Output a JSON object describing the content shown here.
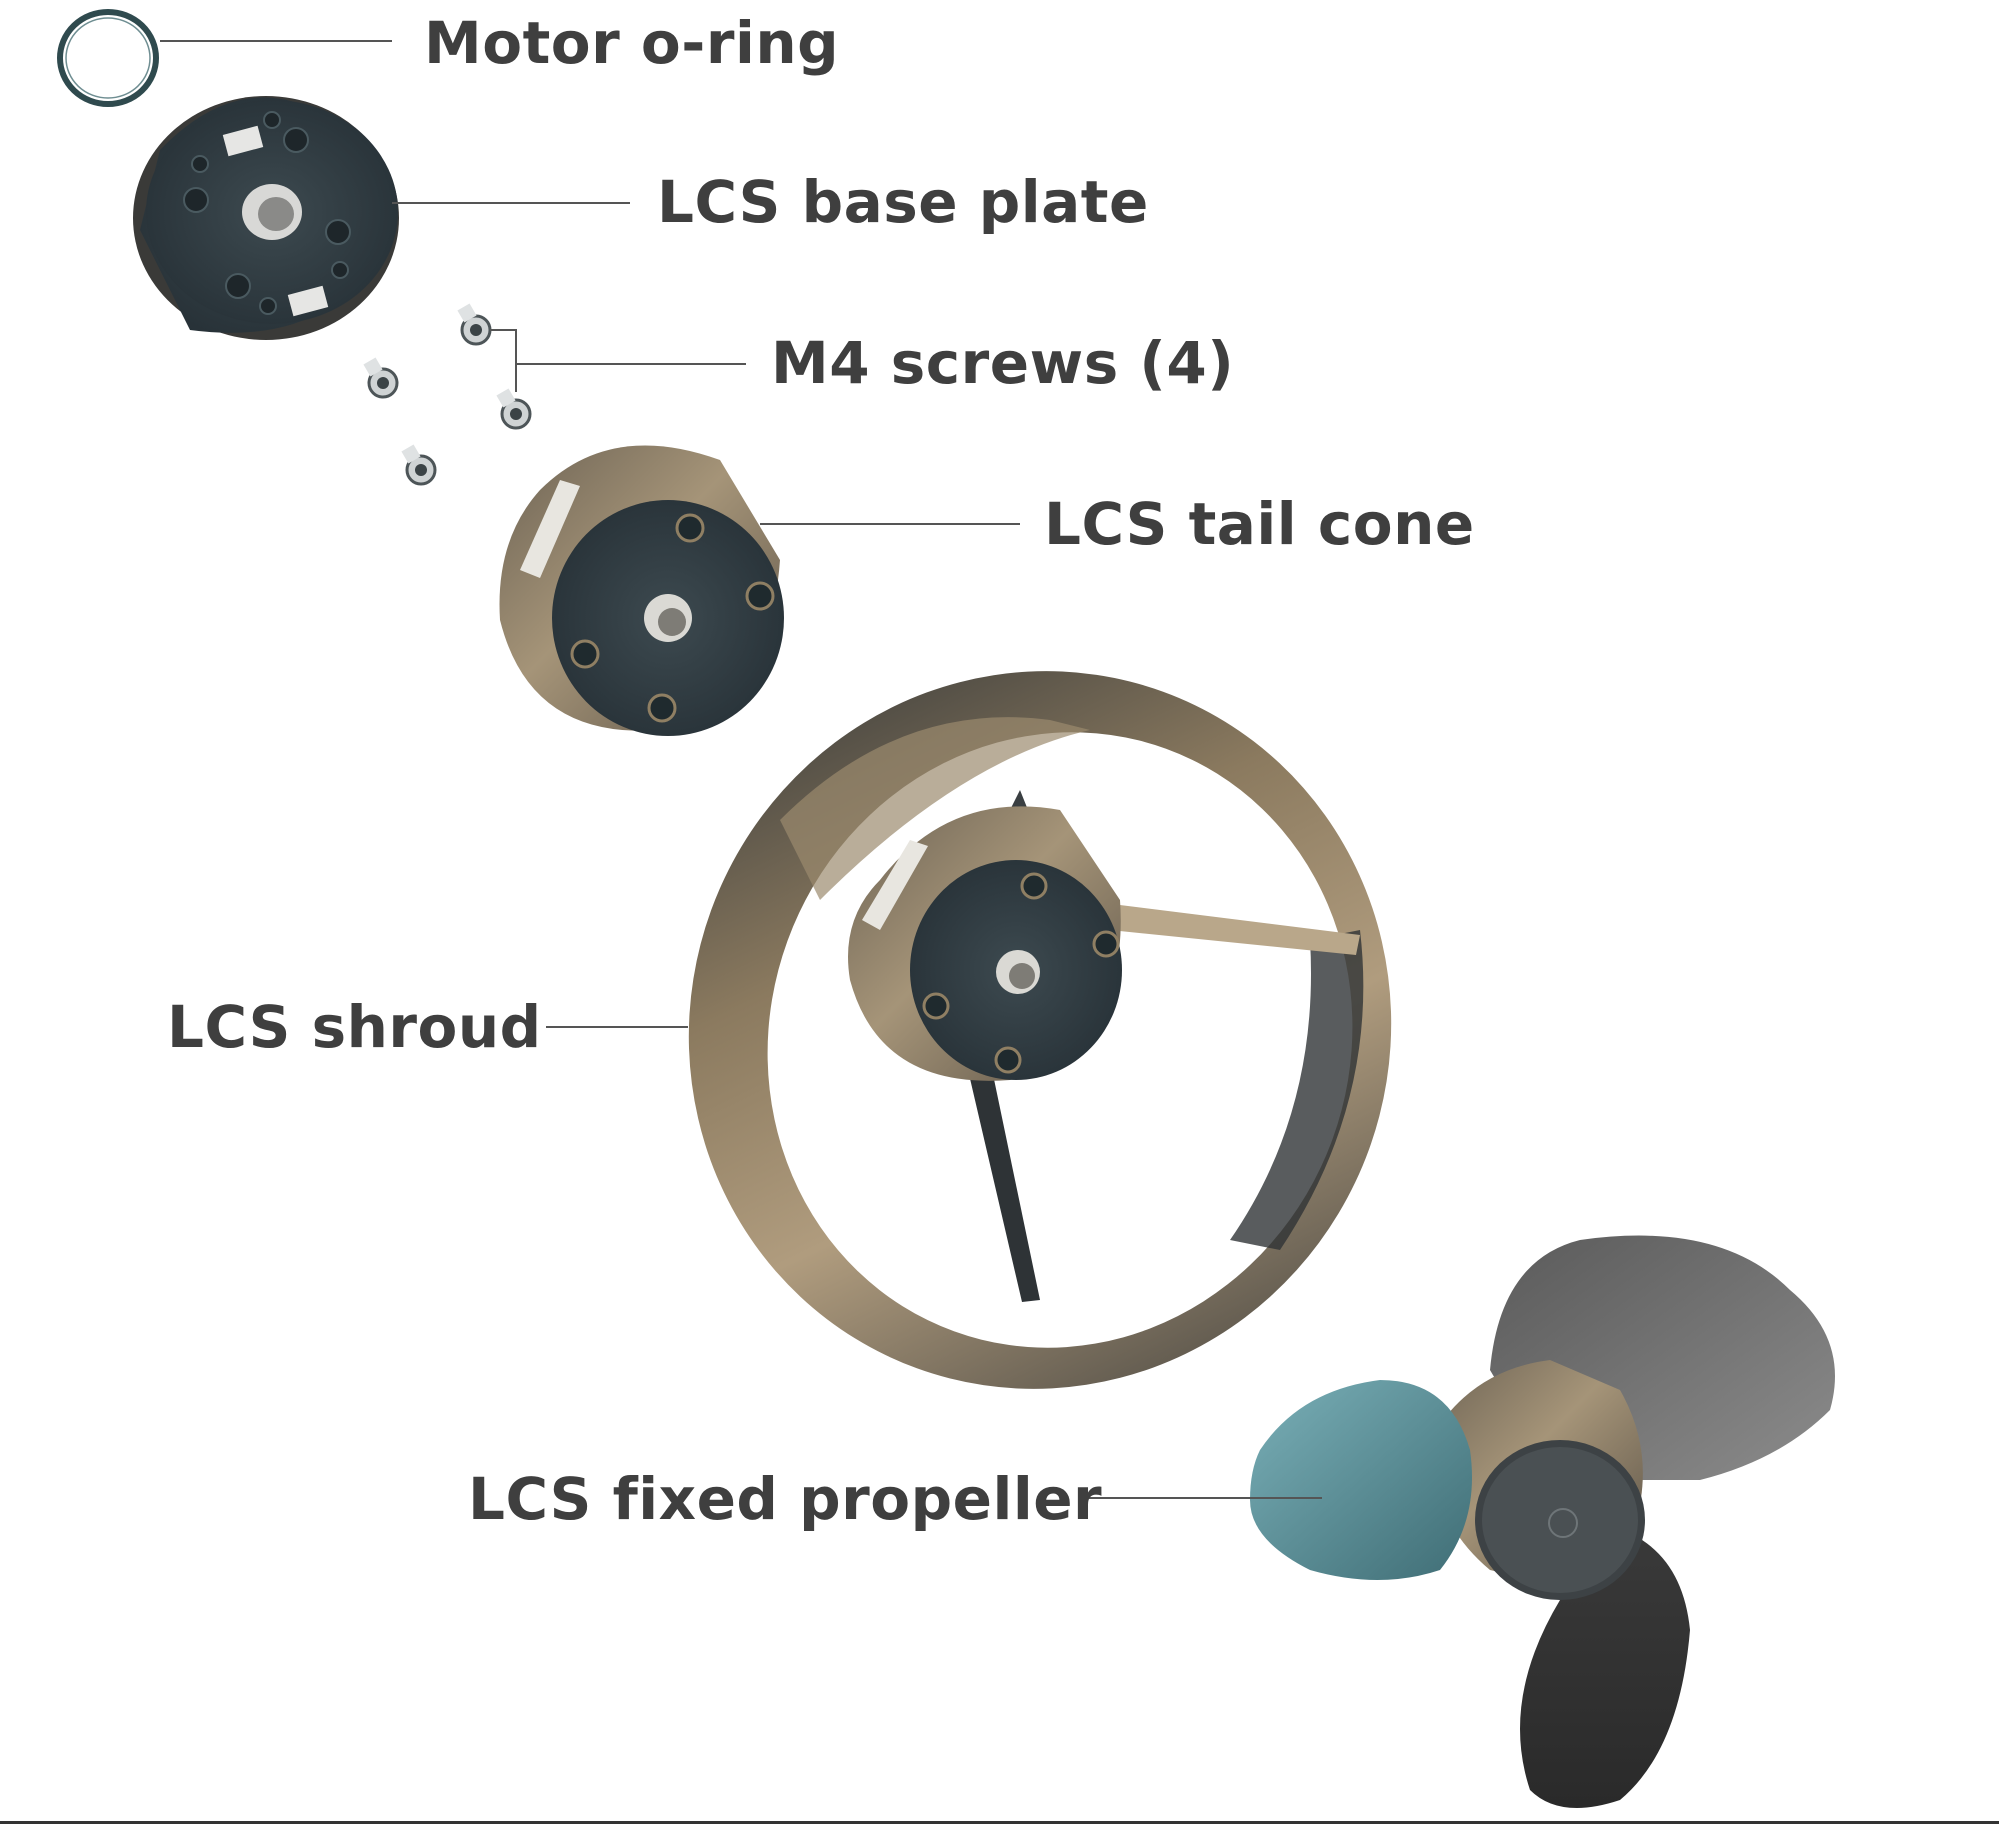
{
  "labels": {
    "motor_oring": "Motor o-ring",
    "base_plate": "LCS base plate",
    "m4_screws": "M4 screws (4)",
    "tail_cone": "LCS tail cone",
    "shroud": "LCS shroud",
    "fixed_propeller": "LCS fixed propeller"
  },
  "colors": {
    "label_text": "#3f3f3f",
    "leader_line": "#555555",
    "dark_metal": "#2f3b40",
    "bronze": "#8a7a62",
    "teal_blade": "#5b8a92"
  }
}
